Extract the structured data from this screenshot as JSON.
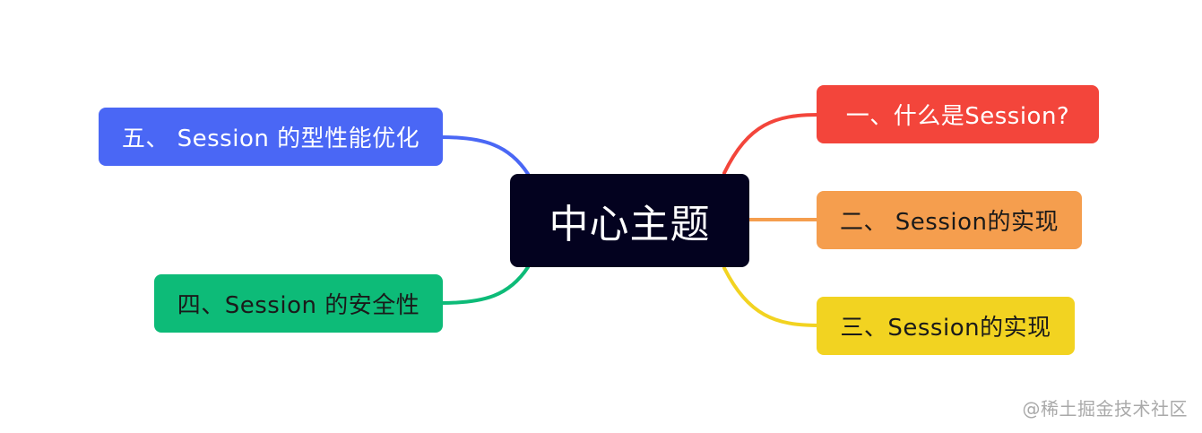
{
  "center": {
    "label": "中心主题",
    "color": "#03021f"
  },
  "branches": [
    {
      "label": "一、什么是Session?",
      "color": "#f3453b"
    },
    {
      "label": "二、 Session的实现",
      "color": "#f59e4e"
    },
    {
      "label": "三、Session的实现",
      "color": "#f2d321"
    },
    {
      "label": "四、Session 的安全性",
      "color": "#0dbb78"
    },
    {
      "label": "五、 Session 的型性能优化",
      "color": "#4a67f5"
    }
  ],
  "watermark": {
    "text": "@稀土掘金技术社区"
  }
}
